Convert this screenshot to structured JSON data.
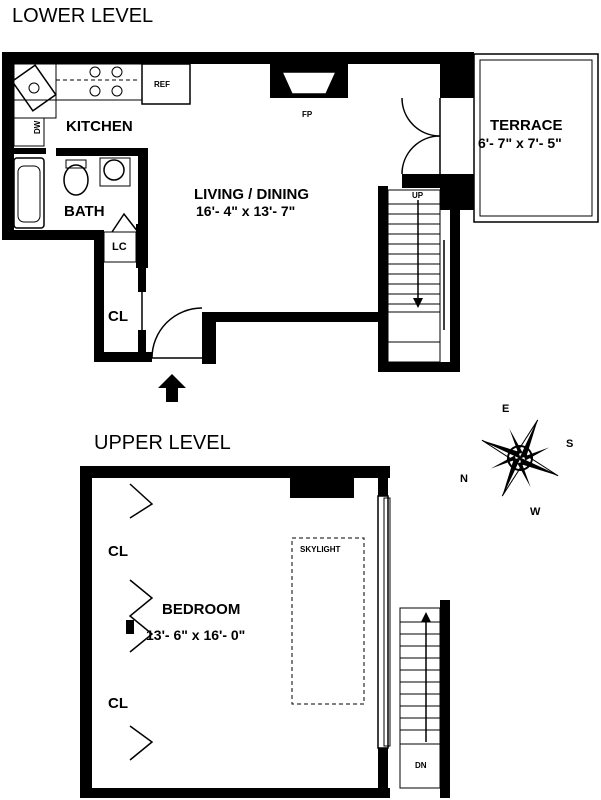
{
  "levels": {
    "lower_title": "LOWER LEVEL",
    "upper_title": "UPPER LEVEL"
  },
  "rooms": {
    "kitchen": "KITCHEN",
    "bath": "BATH",
    "living_name": "LIVING / DINING",
    "living_dim": "16'- 4\" x 13'- 7\"",
    "terrace_name": "TERRACE",
    "terrace_dim": "6'- 7\" x 7'- 5\"",
    "bedroom_name": "BEDROOM",
    "bedroom_dim": "13'- 6\" x 16'- 0\""
  },
  "labels": {
    "ref": "REF",
    "dw": "DW",
    "fp": "FP",
    "lc": "LC",
    "cl": "CL",
    "up": "UP",
    "dn": "DN",
    "skylight": "SKYLIGHT"
  },
  "compass": {
    "n": "N",
    "e": "E",
    "s": "S",
    "w": "W"
  }
}
